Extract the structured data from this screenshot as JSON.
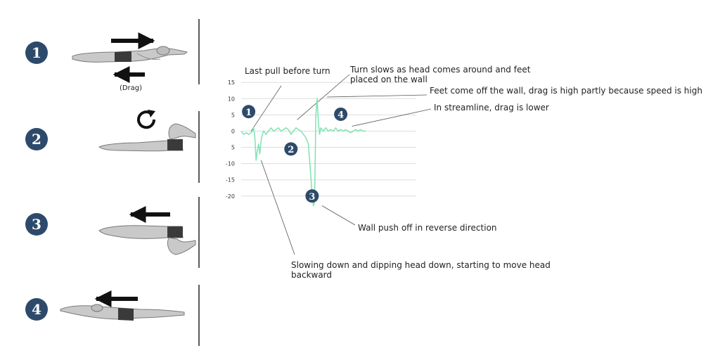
{
  "colors": {
    "badge": "#2e4a6b",
    "trace": "#7fe3b2",
    "grid": "#dddddd",
    "swimmer_body": "#c9c9c9",
    "swimmer_suit": "#3a3a3a",
    "arrow": "#111111"
  },
  "steps": [
    {
      "number": "1",
      "icons": [
        "swimmer-prone-icon",
        "arrow-right-icon",
        "arrow-left-icon"
      ],
      "drag_label": "(Drag)"
    },
    {
      "number": "2",
      "icons": [
        "swimmer-tuck-icon",
        "rotate-clockwise-icon"
      ]
    },
    {
      "number": "3",
      "icons": [
        "swimmer-pushoff-icon",
        "arrow-left-icon"
      ]
    },
    {
      "number": "4",
      "icons": [
        "swimmer-streamline-icon",
        "arrow-left-icon"
      ]
    }
  ],
  "chart_data": {
    "type": "line",
    "y_ticks": [
      "15",
      "10",
      "5",
      "0",
      "5",
      "-10",
      "-15",
      "-20"
    ],
    "y_tick_values": [
      15,
      10,
      5,
      0,
      -5,
      -10,
      -15,
      -20
    ],
    "ylim": [
      -22,
      17
    ],
    "x_range": [
      0,
      100
    ],
    "grid": true,
    "series": [
      {
        "x": [
          0,
          2,
          4,
          6,
          8,
          9,
          10,
          11,
          12,
          13,
          14,
          15,
          16,
          17,
          18,
          20,
          22,
          24,
          26,
          28,
          30,
          32,
          34,
          36,
          38,
          40,
          42,
          44,
          46,
          48,
          50,
          52,
          54,
          56,
          57,
          58,
          59,
          60,
          61,
          62,
          63,
          64,
          66,
          68,
          70,
          72,
          74,
          76,
          78,
          80,
          82,
          84,
          86,
          88,
          90,
          92,
          94,
          96,
          98,
          100
        ],
        "y": [
          0,
          -1,
          -0.5,
          -1,
          -0.5,
          0,
          1,
          -2,
          -9,
          -6,
          -4,
          -7,
          -3,
          -1,
          0,
          -1,
          0,
          1,
          0,
          0.5,
          1,
          0,
          0.5,
          1,
          0.5,
          -1,
          0,
          1,
          0.5,
          0,
          -1,
          -2,
          -4,
          -14,
          -20,
          -23,
          -22,
          5,
          10,
          3,
          -1,
          1,
          0,
          1,
          0,
          0.5,
          0,
          1,
          0,
          0.5,
          0,
          0.5,
          0,
          -0.5,
          0,
          0.5,
          0,
          0.5,
          0,
          0
        ]
      }
    ],
    "markers": [
      {
        "label": "1",
        "x": 6,
        "y": 6
      },
      {
        "label": "2",
        "x": 40,
        "y": -5.5
      },
      {
        "label": "3",
        "x": 57,
        "y": -20
      },
      {
        "label": "4",
        "x": 80,
        "y": 5.2
      }
    ],
    "annotations": [
      {
        "id": "last-pull",
        "text": [
          "Last pull before turn"
        ],
        "point": {
          "x": 8,
          "y": 0
        }
      },
      {
        "id": "turn-slows",
        "text": [
          "Turn slows as head comes around and feet",
          "placed on the wall"
        ],
        "point": {
          "x": 45,
          "y": 3.5
        }
      },
      {
        "id": "feet-off",
        "text": [
          "Feet come off the wall, drag is high partly because speed is high"
        ],
        "point": {
          "x": 69,
          "y": 10.5
        }
      },
      {
        "id": "streamline",
        "text": [
          "In streamline, drag is lower"
        ],
        "point": {
          "x": 89,
          "y": 1.5
        }
      },
      {
        "id": "wall-push",
        "text": [
          "Wall push off in reverse direction"
        ],
        "point": {
          "x": 65,
          "y": -23
        }
      },
      {
        "id": "slowing-down",
        "text": [
          "Slowing down and dipping head down, starting to move head",
          "backward"
        ],
        "point": {
          "x": 16,
          "y": -9
        }
      }
    ]
  }
}
